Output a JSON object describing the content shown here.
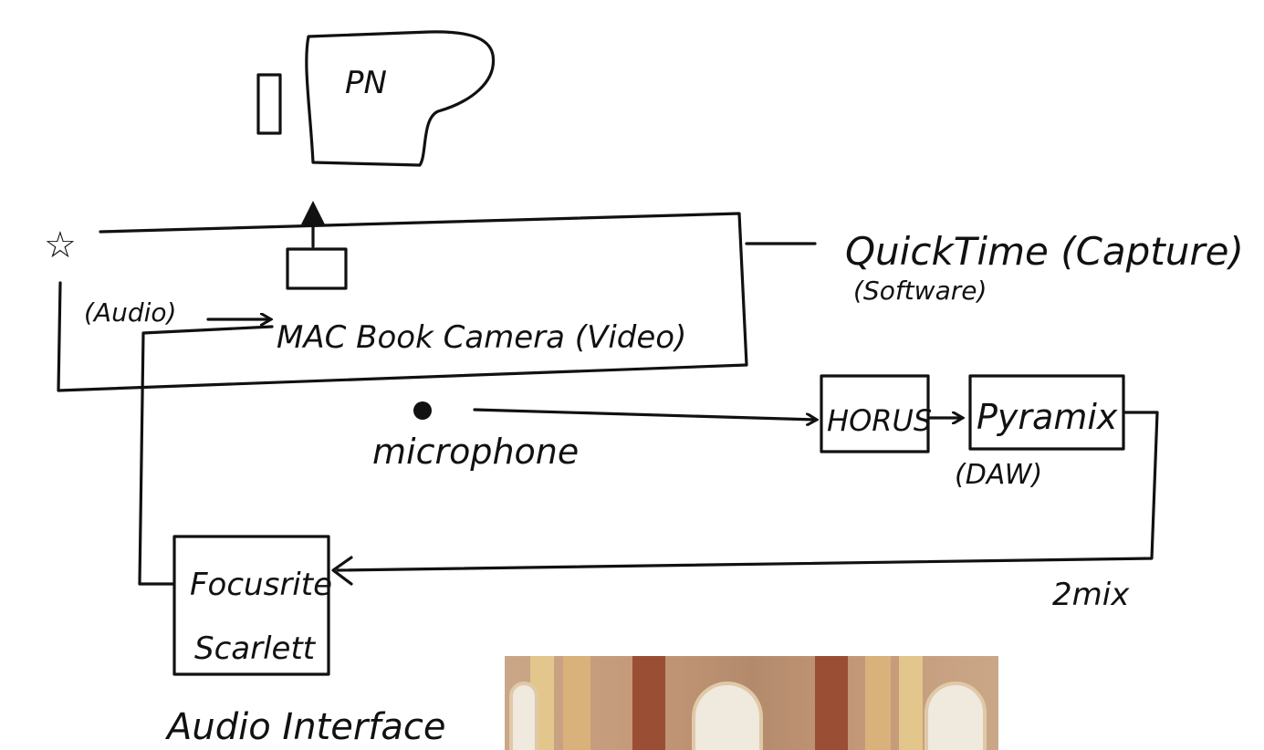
{
  "diagram": {
    "piano_label": "PN",
    "star_label": "☆",
    "audio_label": "(Audio)",
    "camera_label": "MAC Book Camera (Video)",
    "quicktime_label": "QuickTime (Capture)",
    "software_label": "(Software)",
    "microphone_label": "microphone",
    "horus_label": "HORUS",
    "pyramix_label": "Pyramix",
    "daw_label": "(DAW)",
    "mix_label": "2mix",
    "focusrite_line1": "Focusrite",
    "focusrite_line2": "Scarlett",
    "interface_label": "Audio Interface"
  },
  "colors": {
    "ink": "#111111",
    "paper": "#ffffff"
  }
}
